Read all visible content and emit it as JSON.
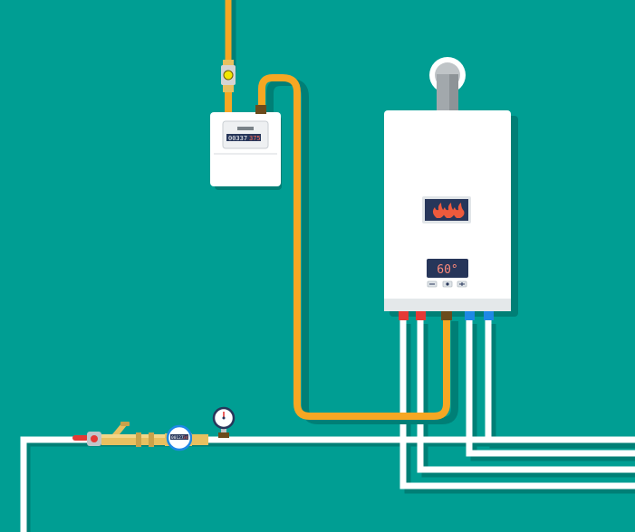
{
  "colors": {
    "background": "#009e93",
    "wall_shadow": "#007f76",
    "gas_pipe": "#f6a723",
    "water_pipe": "#ffffff",
    "boiler_body": "#ffffff",
    "display_bg": "#27365a",
    "flame": "#ee5a3c",
    "hot_connector": "#e53935",
    "cold_connector": "#1e88e5",
    "gas_connector": "#6b4b1c",
    "brass": "#e8c060"
  },
  "boiler": {
    "temperature": "60°",
    "flame_count": 3,
    "button_icons": [
      "minus-icon",
      "mode-icon",
      "plus-icon"
    ]
  },
  "gas_meter": {
    "reading": "00337",
    "reading_red": "375"
  },
  "water_meter": {
    "reading": "00127",
    "reading_red": "34"
  },
  "icons": [
    "chimney-flue-icon",
    "gas-valve-icon",
    "ball-valve-icon",
    "pressure-gauge-icon",
    "water-meter-icon",
    "flame-icon"
  ]
}
